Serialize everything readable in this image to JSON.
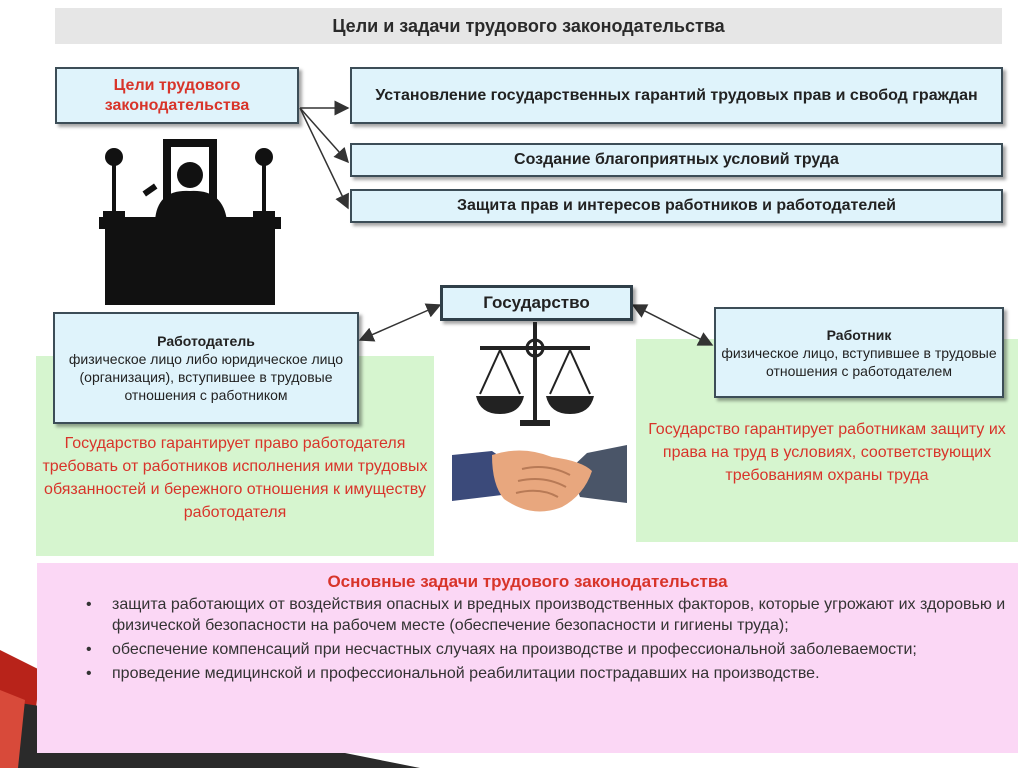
{
  "title": "Цели и задачи трудового законодательства",
  "goals": {
    "heading": "Цели трудового законодательства",
    "items": [
      "Установление государственных гарантий трудовых прав и свобод граждан",
      "Создание благоприятных условий труда",
      "Защита прав и интересов работников и работодателей"
    ]
  },
  "state": "Государство",
  "employer": {
    "title": "Работодатель",
    "description": "физическое лицо либо юридическое лицо (организация), вступившее в трудовые отношения с работником",
    "guarantee": "Государство гарантирует право работодателя требовать от работников исполнения ими трудовых обязанностей и бережного отношения к имуществу работодателя"
  },
  "worker": {
    "title": "Работник",
    "description": "физическое лицо, вступившее в трудовые отношения с работодателем",
    "guarantee": "Государство гарантирует работникам защиту их права на труд в условиях, соответствующих требованиям охраны труда"
  },
  "tasks": {
    "heading": "Основные задачи трудового законодательства",
    "items": [
      "защита работающих от воздействия опасных и вредных производственных факторов, которые угрожают их здоровью и физической безопасности на рабочем месте (обеспечение безопасности и гигиены труда);",
      "обеспечение компенсаций при несчастных случаях на производстве и профессиональной заболеваемости;",
      "проведение медицинской и профессиональной реабилитации пострадавших на производстве."
    ],
    "bullet": "•"
  },
  "colors": {
    "accent_red": "#d8342a",
    "box_fill": "#dff3fb",
    "green_panel": "#d6f5cf",
    "pink_panel": "#fbd7f5"
  },
  "icons": [
    "judge-icon",
    "scales-icon",
    "handshake-icon"
  ]
}
